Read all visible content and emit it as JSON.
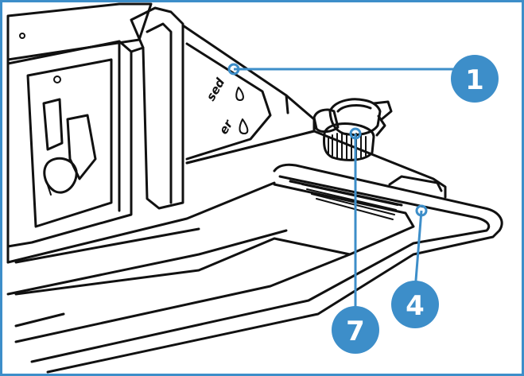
{
  "colors": {
    "callout_blue": "#3d8ec9",
    "frame_blue": "#3d8ec9",
    "ink": "#111111",
    "background": "#ffffff"
  },
  "decal": {
    "line1": "sed",
    "line2": "er"
  },
  "callouts": [
    {
      "id": "callout-1",
      "label": "1"
    },
    {
      "id": "callout-7",
      "label": "7"
    },
    {
      "id": "callout-4",
      "label": "4"
    }
  ]
}
